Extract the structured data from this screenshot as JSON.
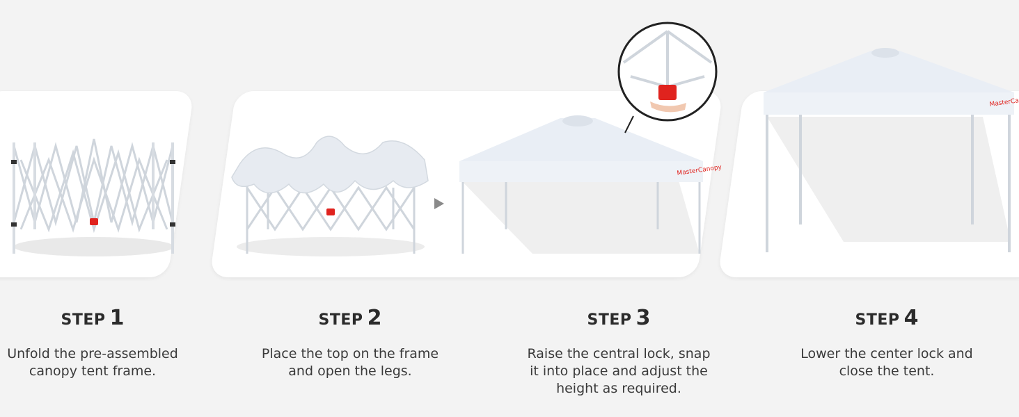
{
  "steps": [
    {
      "word": "STEP",
      "number": "1",
      "description": "Unfold the pre-assembled canopy tent frame."
    },
    {
      "word": "STEP",
      "number": "2",
      "description": "Place the top on the frame and open the legs."
    },
    {
      "word": "STEP",
      "number": "3",
      "description": "Raise the central lock, snap it into place and adjust the height as required."
    },
    {
      "word": "STEP",
      "number": "4",
      "description": "Lower the center lock and close the tent."
    }
  ],
  "brand_logo": "MasterCanopy",
  "colors": {
    "background": "#f3f3f3",
    "panel": "#ffffff",
    "canopy": "#eef2f7",
    "frame": "#c9cfd6",
    "lock_red": "#e0231e",
    "text": "#2b2b2b"
  }
}
